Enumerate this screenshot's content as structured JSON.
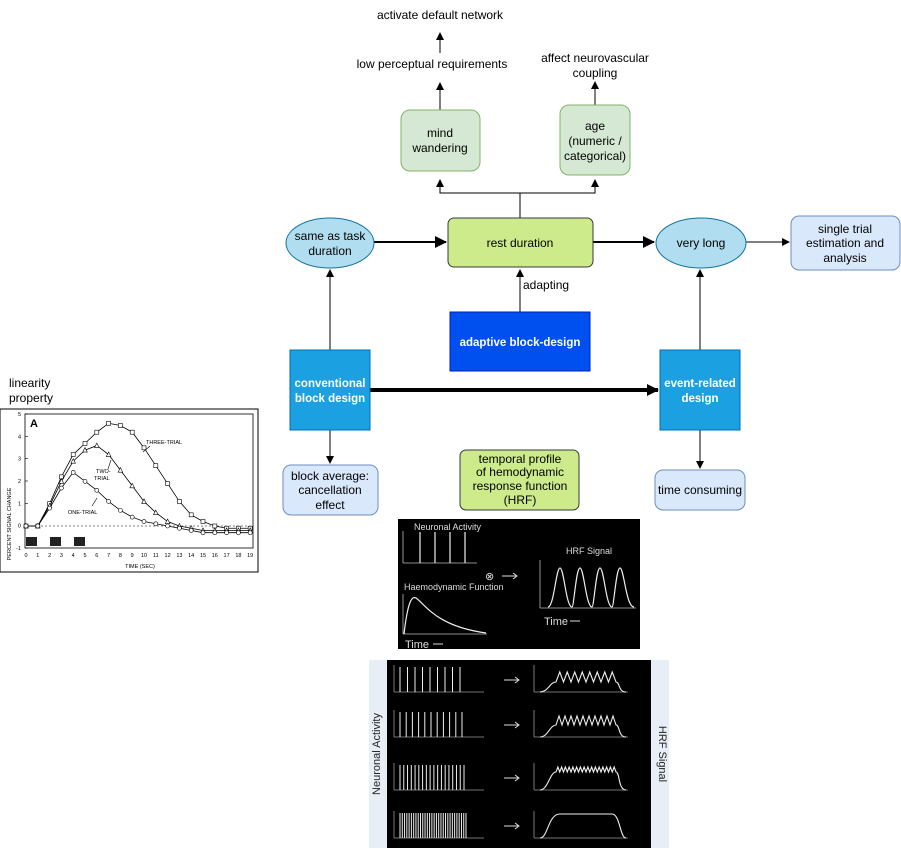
{
  "top": {
    "activate": "activate default network",
    "low_perceptual": "low perceptual requirements",
    "affect_coupling_l1": "affect neurovascular",
    "affect_coupling_l2": "coupling"
  },
  "nodes": {
    "mind_l1": "mind",
    "mind_l2": "wandering",
    "age_l1": "age",
    "age_l2": "(numeric /",
    "age_l3": "categorical)",
    "same_l1": "same as task",
    "same_l2": "duration",
    "rest": "rest duration",
    "verylong": "very long",
    "single_l1": "single trial",
    "single_l2": "estimation and",
    "single_l3": "analysis",
    "adapting": "adapting",
    "adaptive": "adaptive block-design",
    "conv_l1": "conventional",
    "conv_l2": "block design",
    "event_l1": "event-related",
    "event_l2": "design",
    "block_l1": "block average:",
    "block_l2": "cancellation",
    "block_l3": "effect",
    "temporal_l1": "temporal profile",
    "temporal_l2": "of hemodynamic",
    "temporal_l3": "response function",
    "temporal_l4": "(HRF)",
    "time_consuming": "time consuming",
    "linearity_l1": "linearity",
    "linearity_l2": "property"
  },
  "plot": {
    "panel": "A",
    "ylabel": "PERCENT SIGNAL CHANGE",
    "xlabel": "TIME (SEC)",
    "three": "THREE-TRIAL",
    "two_l1": "TWO-",
    "two_l2": "TRIAL",
    "one": "ONE-TRIAL",
    "yticks": [
      "5",
      "4",
      "3",
      "2",
      "1",
      "0",
      "-1"
    ],
    "xticks": [
      "0",
      "1",
      "2",
      "3",
      "4",
      "5",
      "6",
      "7",
      "8",
      "9",
      "10",
      "11",
      "12",
      "13",
      "14",
      "15",
      "16",
      "17",
      "18",
      "19"
    ]
  },
  "hrf1": {
    "neuronal": "Neuronal Activity",
    "haemo": "Haemodynamic Function",
    "hrf_signal": "HRF Signal",
    "time_a": "Time",
    "time_b": "Time",
    "conv_symbol": "⊗"
  },
  "hrf2": {
    "left": "Neuronal Activity",
    "right": "HRF Signal"
  },
  "colors": {
    "green_fill": "#d5e8d4",
    "green_stroke": "#82b366",
    "lime_fill": "#cdeb8b",
    "blue_fill": "#dae8fc",
    "ellipse_fill": "#b1ddf0",
    "dark_blue": "#0050ef",
    "mid_blue": "#1ba1e2"
  }
}
